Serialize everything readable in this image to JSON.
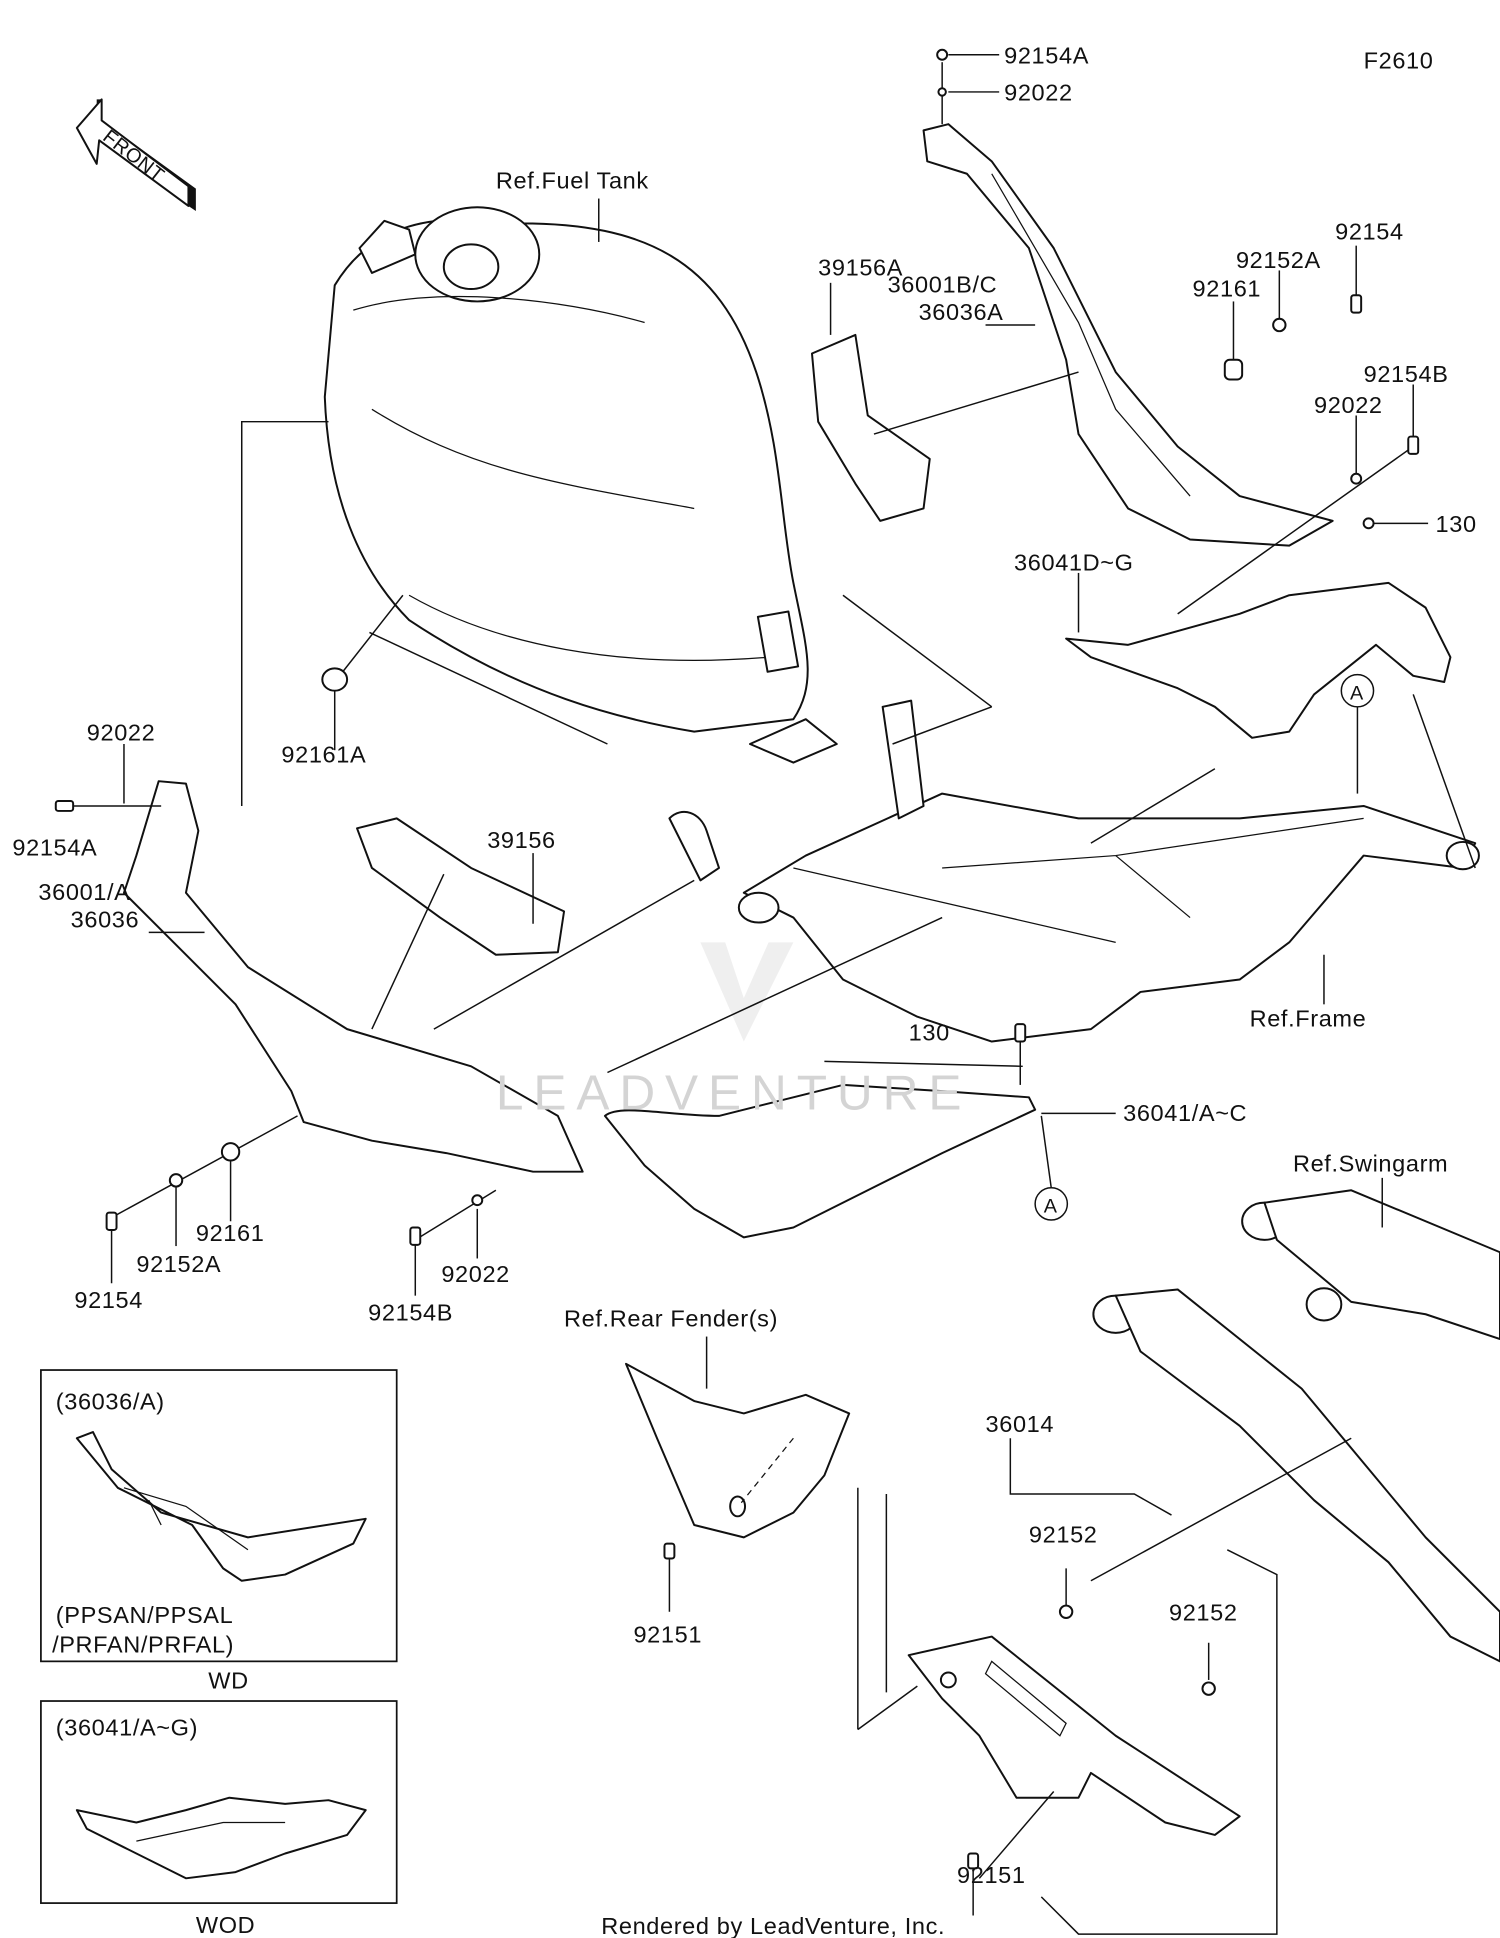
{
  "diagram_id": "F2610",
  "front_arrow": "FRONT",
  "refs": {
    "fuel_tank": "Ref.Fuel Tank",
    "frame": "Ref.Frame",
    "swingarm": "Ref.Swingarm",
    "rear_fender": "Ref.Rear Fender(s)"
  },
  "callouts": {
    "a_top": "A",
    "a_bottom": "A"
  },
  "labels": {
    "p92154A_top": "92154A",
    "p92022_top": "92022",
    "p39156A": "39156A",
    "p36001BC": "36001B/C",
    "p36036A": "36036A",
    "p92154_r": "92154",
    "p92152A_r": "92152A",
    "p92161_r": "92161",
    "p92154B_r": "92154B",
    "p92022_r": "92022",
    "p130_r": "130",
    "p36041DG": "36041D~G",
    "p92161A": "92161A",
    "p92022_l": "92022",
    "p92154A_l": "92154A",
    "p39156": "39156",
    "p36001A": "36001/A",
    "p36036": "36036",
    "p130_m": "130",
    "p36041AC": "36041/A~C",
    "p92161_l": "92161",
    "p92152A_l": "92152A",
    "p92154_l": "92154",
    "p92154B_l": "92154B",
    "p92022_b": "92022",
    "p36014": "36014",
    "p92152_a": "92152",
    "p92152_b": "92152",
    "p92151_a": "92151",
    "p92151_b": "92151"
  },
  "insets": [
    {
      "title": "(36036/A)",
      "models_line1": "(PPSAN/PPSAL",
      "models_line2": "/PRFAN/PRFAL)",
      "caption": "WD"
    },
    {
      "title": "(36041/A~G)",
      "caption": "WOD"
    }
  ],
  "footer": "Rendered by LeadVenture, Inc.",
  "watermark": "LEADVENTURE"
}
